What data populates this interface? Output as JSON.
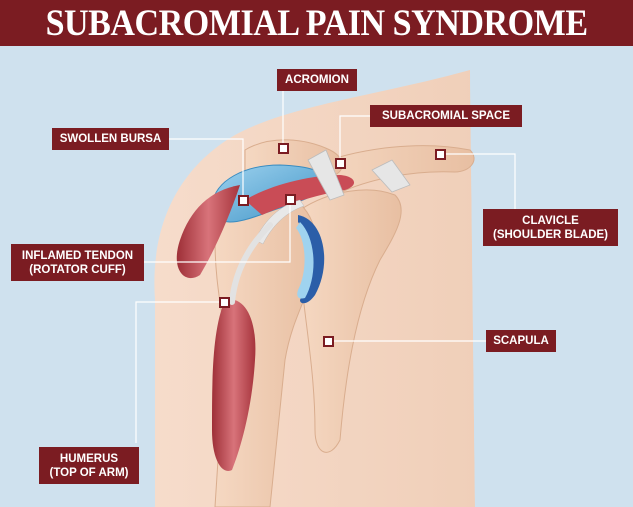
{
  "title": "SUBACROMIAL PAIN SYNDROME",
  "labels": {
    "acromion": "ACROMION",
    "subacromial_space": "SUBACROMIAL SPACE",
    "swollen_bursa": "SWOLLEN BURSA",
    "clavicle_line1": "CLAVICLE",
    "clavicle_line2": "(SHOULDER BLADE)",
    "inflamed_tendon_line1": "INFLAMED TENDON",
    "inflamed_tendon_line2": "(ROTATOR CUFF)",
    "scapula": "SCAPULA",
    "humerus_line1": "HUMERUS",
    "humerus_line2": "(TOP OF ARM)"
  },
  "colors": {
    "label_bg": "#7b1c22",
    "background": "#cfe1ee",
    "skin": "#f3d9c7",
    "bone": "#f1cfb4",
    "muscle": "#c4525a",
    "bursa": "#6ab6dc"
  }
}
